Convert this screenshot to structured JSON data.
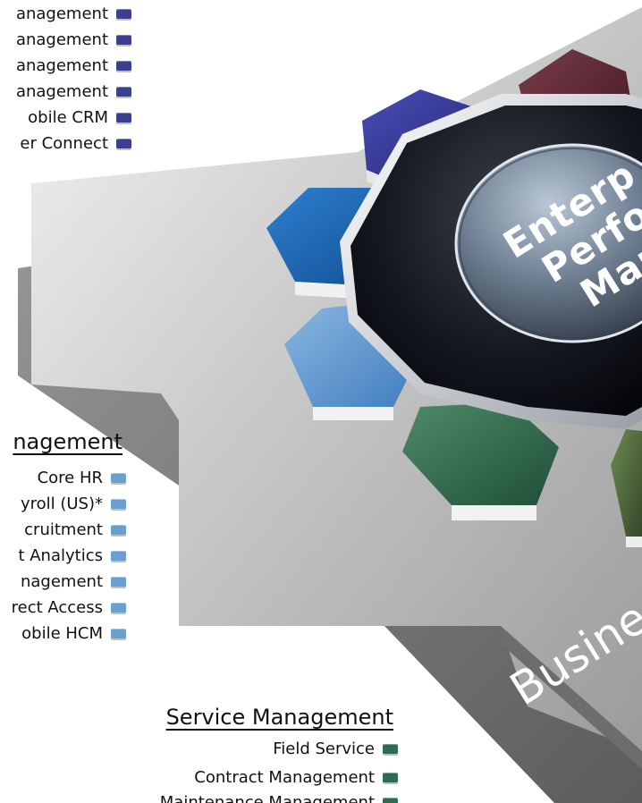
{
  "colors": {
    "crm_swatch": "#3b3f8f",
    "hcm_swatch": "#6aa0cf",
    "service_swatch": "#2f6a52"
  },
  "crm_list": {
    "items": [
      "anagement",
      "anagement",
      "anagement",
      "anagement",
      "obile CRM",
      "er Connect"
    ]
  },
  "hcm_section": {
    "heading": "nagement",
    "items": [
      "Core HR",
      "yroll (US)*",
      "cruitment",
      "t Analytics",
      "nagement",
      "rect Access",
      "obile HCM"
    ]
  },
  "service_section": {
    "heading": "Service Management",
    "items": [
      "Field Service",
      "Contract Management",
      "Maintenance Management"
    ]
  },
  "center_label": {
    "line1": "Enterp",
    "line2": "Perfor",
    "line3": "Mana"
  },
  "plate_label": "Busines"
}
